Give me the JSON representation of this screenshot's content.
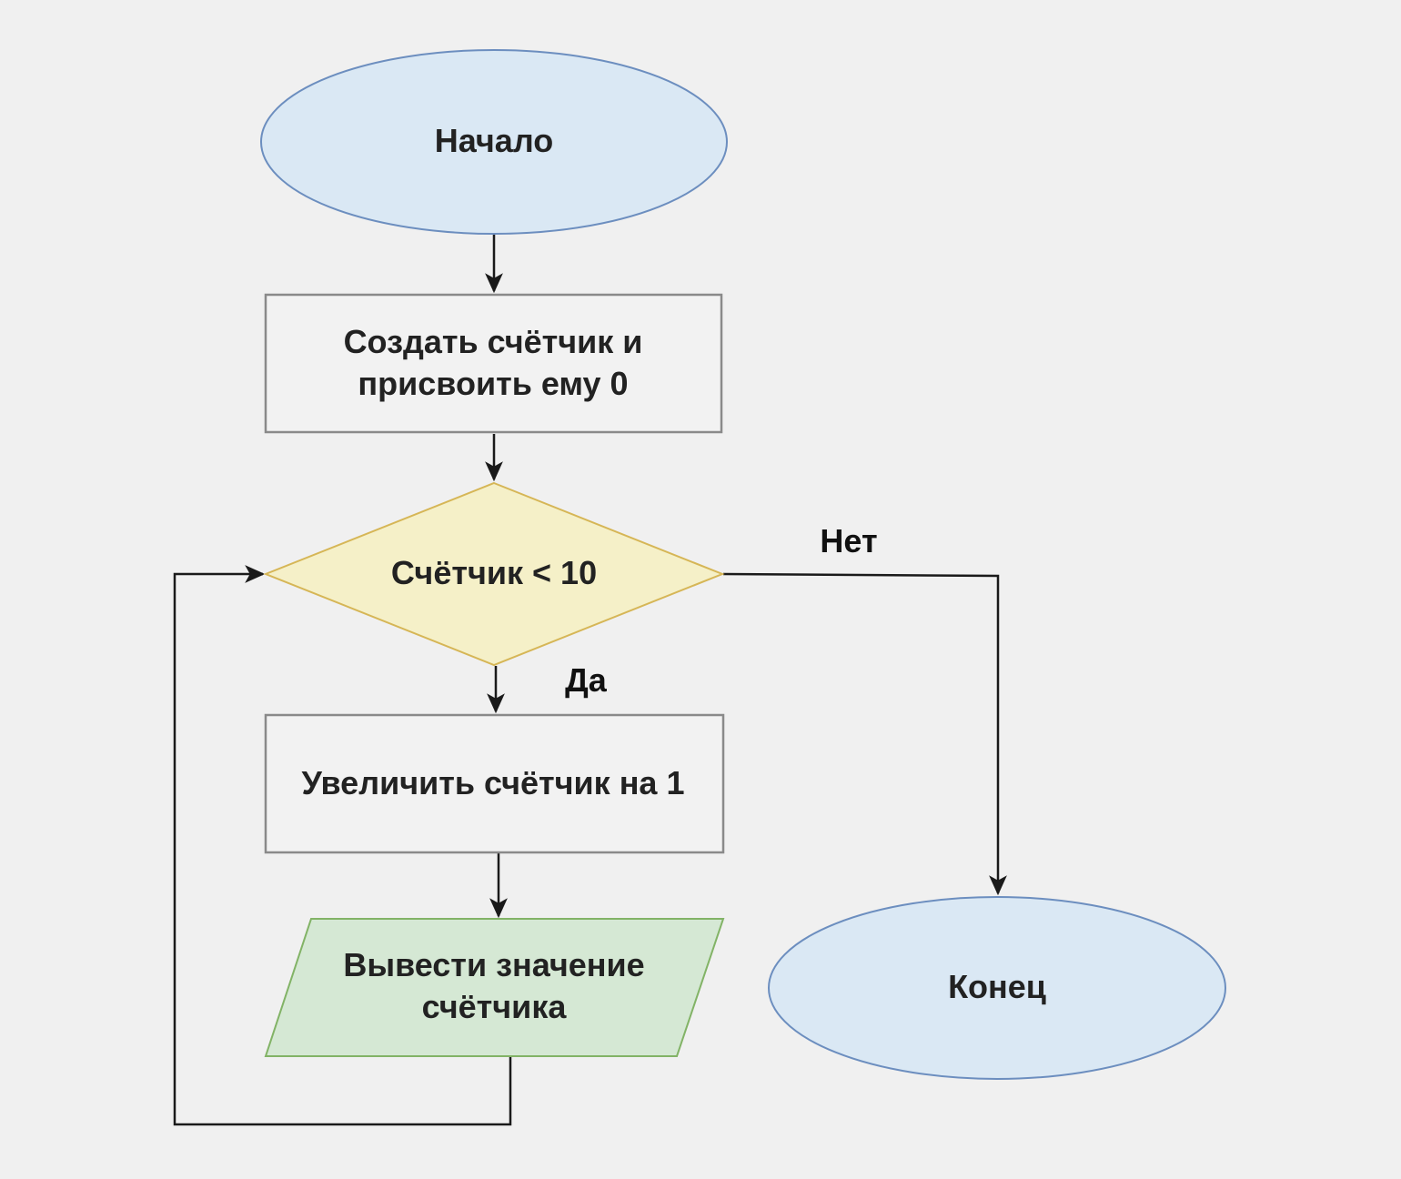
{
  "nodes": {
    "start": {
      "label": "Начало"
    },
    "init": {
      "line1": "Создать счётчик и",
      "line2": "присвоить ему 0"
    },
    "condition": {
      "label": "Счётчик < 10"
    },
    "increment": {
      "label": "Увеличить счётчик на 1"
    },
    "output": {
      "line1": "Вывести значение",
      "line2": "счётчика"
    },
    "end": {
      "label": "Конец"
    }
  },
  "edges": {
    "yes_label": "Да",
    "no_label": "Нет"
  },
  "colors": {
    "background": "#f0f0f0",
    "terminal_fill": "#dae8f4",
    "terminal_stroke": "#6c8ebf",
    "process_fill": "#f2f2f2",
    "process_stroke": "#8a8a8a",
    "decision_fill": "#f5f0c8",
    "decision_stroke": "#d6b656",
    "io_fill": "#d5e8d4",
    "io_stroke": "#82b366",
    "edge": "#1a1a1a"
  }
}
